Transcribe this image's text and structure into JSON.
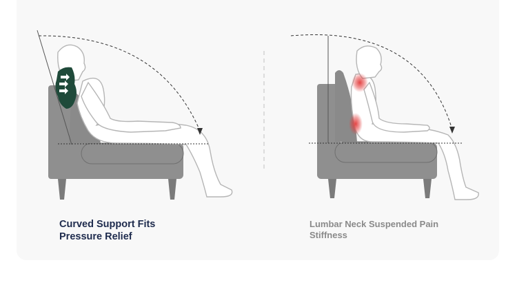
{
  "left_panel": {
    "caption_line1": "Curved Support Fits",
    "caption_line2": "Pressure Relief",
    "caption_color": "#1e2b4d",
    "cushion_color": "#1f4a3a",
    "icon": "arrow-icon"
  },
  "right_panel": {
    "caption_line1": "Lumbar Neck Suspended Pain",
    "caption_line2": "Stiffness",
    "caption_color": "#8a8a8a",
    "pain_color": "#e23a3a"
  },
  "colors": {
    "sofa": "#8f8f8f",
    "sofa_dark": "#7b7b7b",
    "outline": "#9a9a9a",
    "background": "#f8f8f8"
  }
}
